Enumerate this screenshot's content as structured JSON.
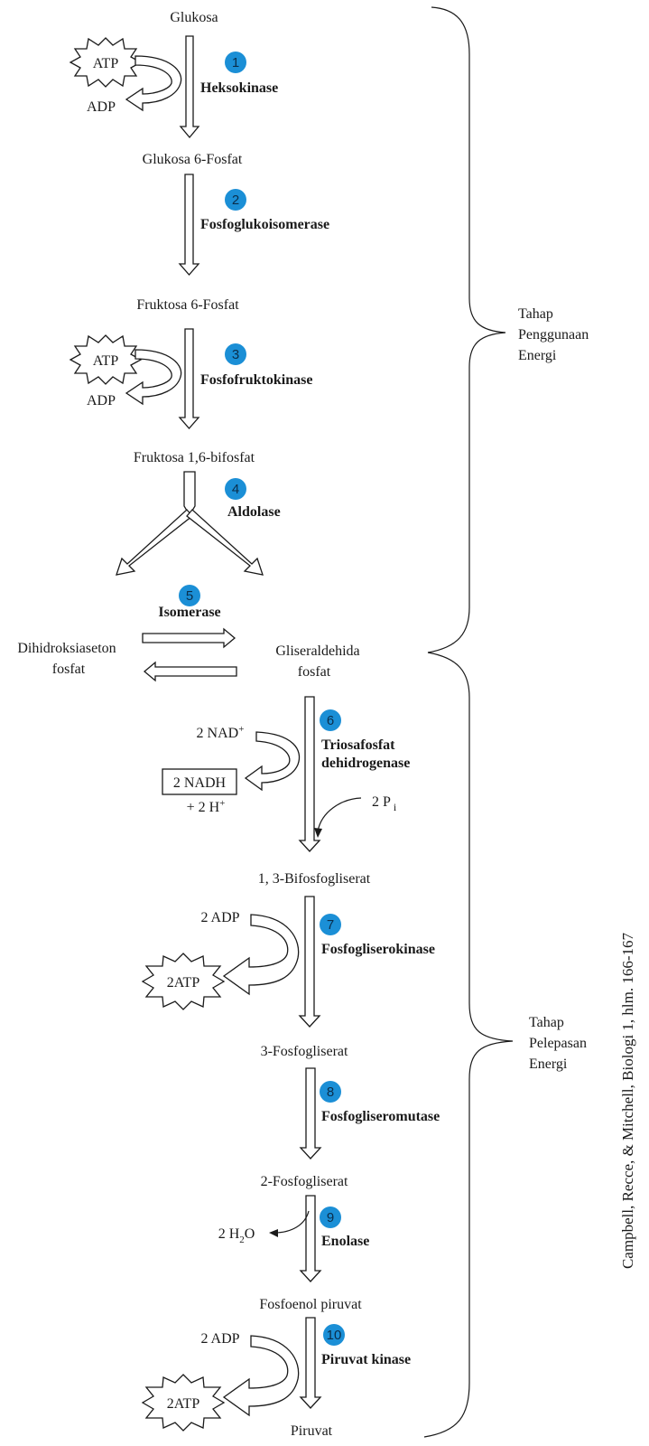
{
  "metabolites": {
    "glukosa": "Glukosa",
    "glukosa6p": "Glukosa 6-Fosfat",
    "fruktosa6p": "Fruktosa 6-Fosfat",
    "fruktosa16bp": "Fruktosa 1,6-bifosfat",
    "dhap_line1": "Dihidroksiaseton",
    "dhap_line2": "fosfat",
    "g3p_line1": "Gliseraldehida",
    "g3p_line2": "fosfat",
    "bpg13": "1, 3-Bifosfogliserat",
    "pg3": "3-Fosfogliserat",
    "pg2": "2-Fosfogliserat",
    "pep": "Fosfoenol piruvat",
    "piruvat": "Piruvat"
  },
  "cofactors": {
    "atp1": "ATP",
    "adp1": "ADP",
    "atp3": "ATP",
    "adp3": "ADP",
    "nad": "2 NAD",
    "nad_sup": "+",
    "nadh": "2 NADH",
    "h_plus": "+ 2 H",
    "h_sup": "+",
    "pi": "2 P",
    "pi_sub": "i",
    "adp7": "2 ADP",
    "atp7": "2ATP",
    "h2o_a": "2 H",
    "h2o_sub": "2",
    "h2o_b": "O",
    "adp10": "2 ADP",
    "atp10": "2ATP"
  },
  "steps": [
    {
      "number": "1",
      "enzyme": "Heksokinase"
    },
    {
      "number": "2",
      "enzyme": "Fosfoglukoisomerase"
    },
    {
      "number": "3",
      "enzyme": "Fosfofruktokinase"
    },
    {
      "number": "4",
      "enzyme": "Aldolase"
    },
    {
      "number": "5",
      "enzyme": "Isomerase"
    },
    {
      "number": "6",
      "enzyme_line1": "Triosafosfat",
      "enzyme_line2": "dehidrogenase"
    },
    {
      "number": "7",
      "enzyme": "Fosfogliserokinase"
    },
    {
      "number": "8",
      "enzyme": "Fosfogliseromutase"
    },
    {
      "number": "9",
      "enzyme": "Enolase"
    },
    {
      "number": "10",
      "enzyme": "Piruvat kinase"
    }
  ],
  "phases": {
    "investment": [
      "Tahap",
      "Penggunaan",
      "Energi"
    ],
    "payoff": [
      "Tahap",
      "Pelepasan",
      "Energi"
    ]
  },
  "source": "Campbell, Recce, & Mitchell, Biologi 1, hlm. 166-167",
  "colors": {
    "badge": "#1b8fd6",
    "line": "#1a1a1a"
  }
}
